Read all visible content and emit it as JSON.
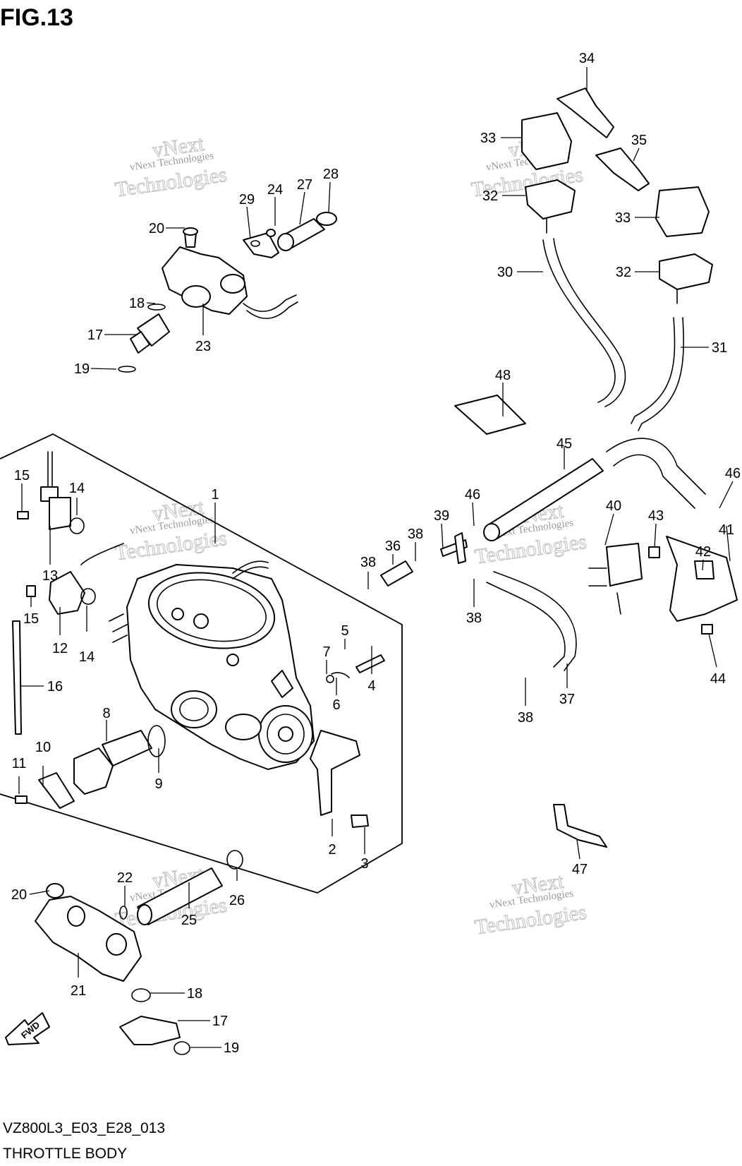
{
  "figure_title": "FIG.13",
  "footer": {
    "model_code": "VZ800L3_E03_E28_013",
    "section_name": "THROTTLE BODY"
  },
  "watermark": {
    "line1": "vNext Technologies",
    "line2": "vNext",
    "line3": "Technologies"
  },
  "fwd_label": "FWD",
  "callouts": [
    "1",
    "2",
    "3",
    "4",
    "5",
    "6",
    "7",
    "8",
    "9",
    "10",
    "11",
    "12",
    "13",
    "14",
    "14",
    "15",
    "15",
    "16",
    "17",
    "17",
    "18",
    "18",
    "19",
    "19",
    "20",
    "20",
    "21",
    "22",
    "23",
    "24",
    "25",
    "26",
    "27",
    "28",
    "29",
    "30",
    "31",
    "32",
    "32",
    "33",
    "33",
    "34",
    "35",
    "36",
    "37",
    "38",
    "38",
    "38",
    "38",
    "39",
    "40",
    "41",
    "42",
    "43",
    "44",
    "45",
    "46",
    "46",
    "47",
    "48"
  ]
}
